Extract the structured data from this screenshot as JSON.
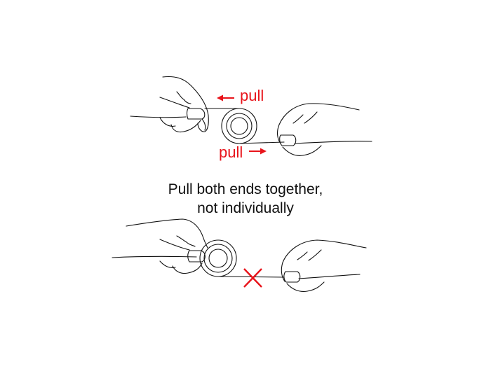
{
  "labels": {
    "pull_top": "pull",
    "pull_bottom": "pull"
  },
  "caption": {
    "line1": "Pull both ends together,",
    "line2": "not individually"
  },
  "colors": {
    "accent": "#e8141b",
    "line": "#111111"
  },
  "icons": {
    "arrow_left": "arrow-left-icon",
    "arrow_right": "arrow-right-icon",
    "wrong": "x-mark-icon"
  }
}
